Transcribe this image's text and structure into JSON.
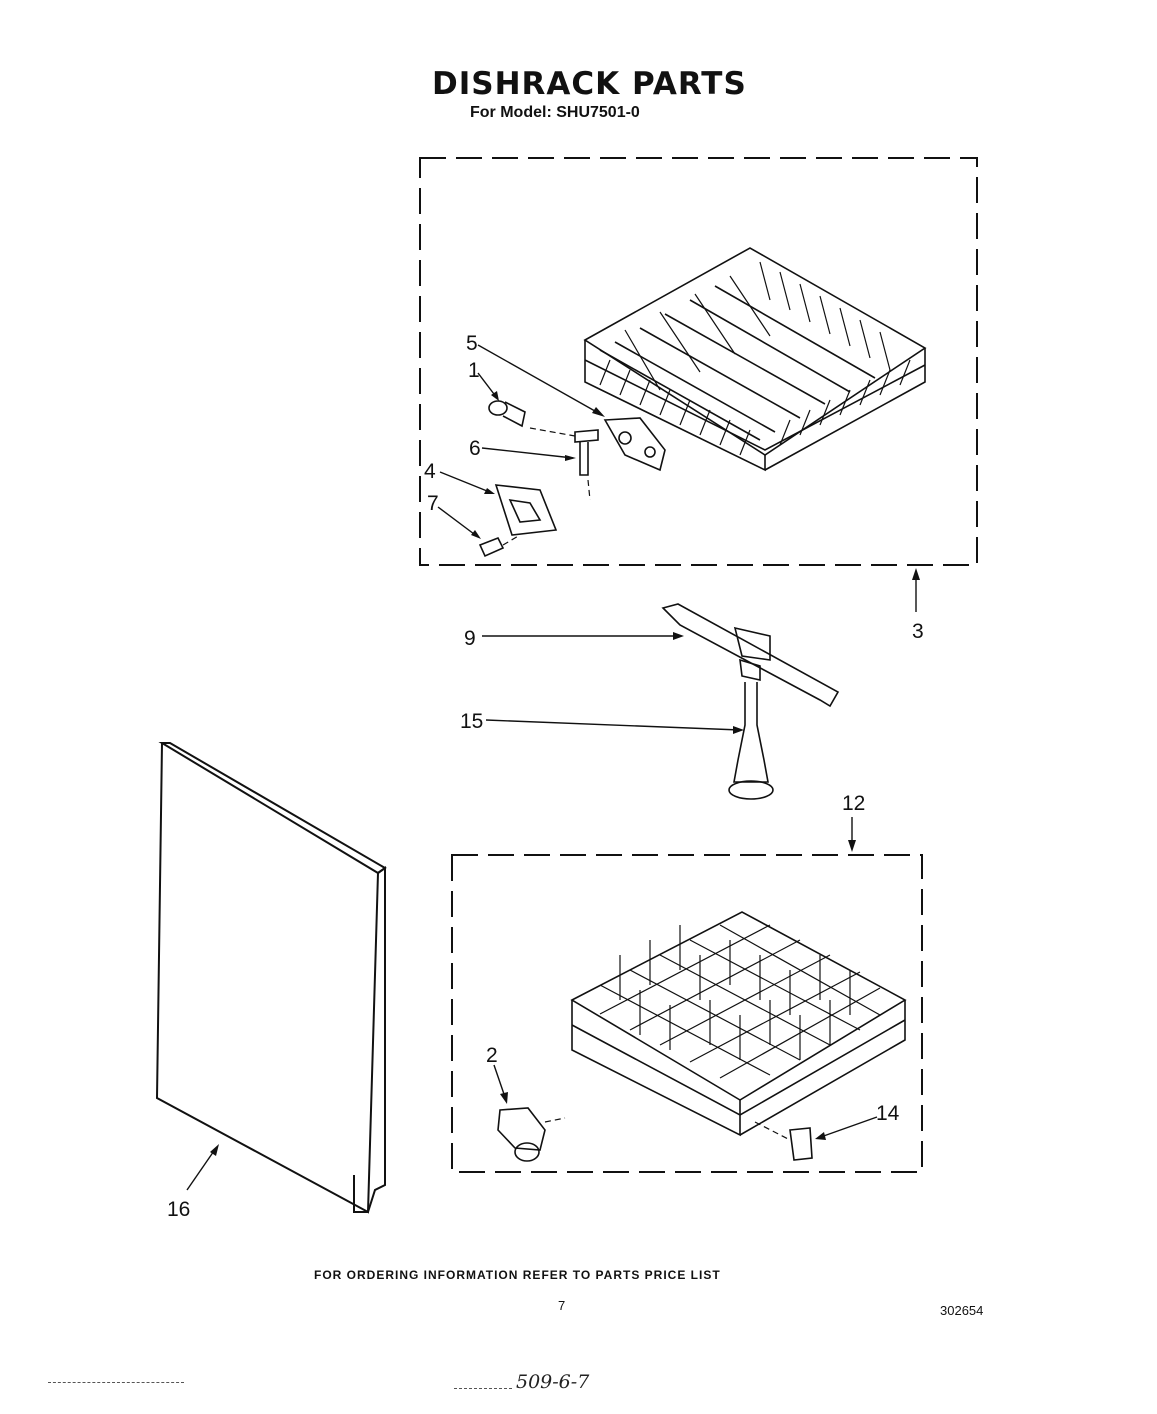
{
  "title": "DISHRACK PARTS",
  "subtitle": "For Model: SHU7501-0",
  "callouts": {
    "c1": "1",
    "c2": "2",
    "c3": "3",
    "c4": "4",
    "c5": "5",
    "c6": "6",
    "c7": "7",
    "c9": "9",
    "c12": "12",
    "c14": "14",
    "c15": "15",
    "c16": "16"
  },
  "footer": "FOR ORDERING INFORMATION REFER TO PARTS PRICE LIST",
  "page_number": "7",
  "document_number": "302654",
  "handwritten_note": "509-6-7"
}
